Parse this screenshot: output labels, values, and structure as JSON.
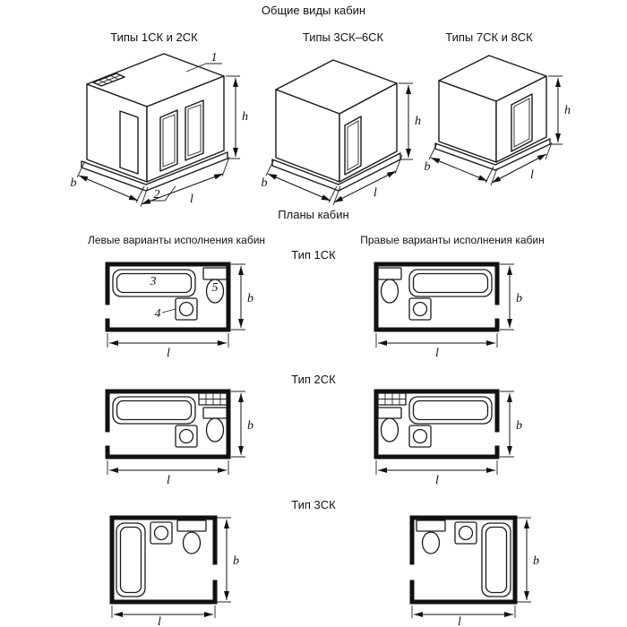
{
  "colors": {
    "line": "#1a1a1a",
    "background": "#ffffff"
  },
  "titles": {
    "general_views": "Общие виды кабин",
    "plans": "Планы кабин",
    "left_variants": "Левые варианты исполнения кабин",
    "right_variants": "Правые варианты исполнения кабин"
  },
  "view_titles": {
    "types_1_2": "Типы 1СК и 2СК",
    "types_3_6": "Типы 3СК–6СК",
    "types_7_8": "Типы 7СК и 8СК"
  },
  "plan_titles": {
    "type_1": "Тип 1СК",
    "type_2": "Тип 2СК",
    "type_3": "Тип 3СК"
  },
  "dims": {
    "h": "h",
    "b": "b",
    "l": "l"
  },
  "callouts": {
    "c1": "1",
    "c2": "2",
    "c3": "3",
    "c4": "4",
    "c5": "5"
  }
}
